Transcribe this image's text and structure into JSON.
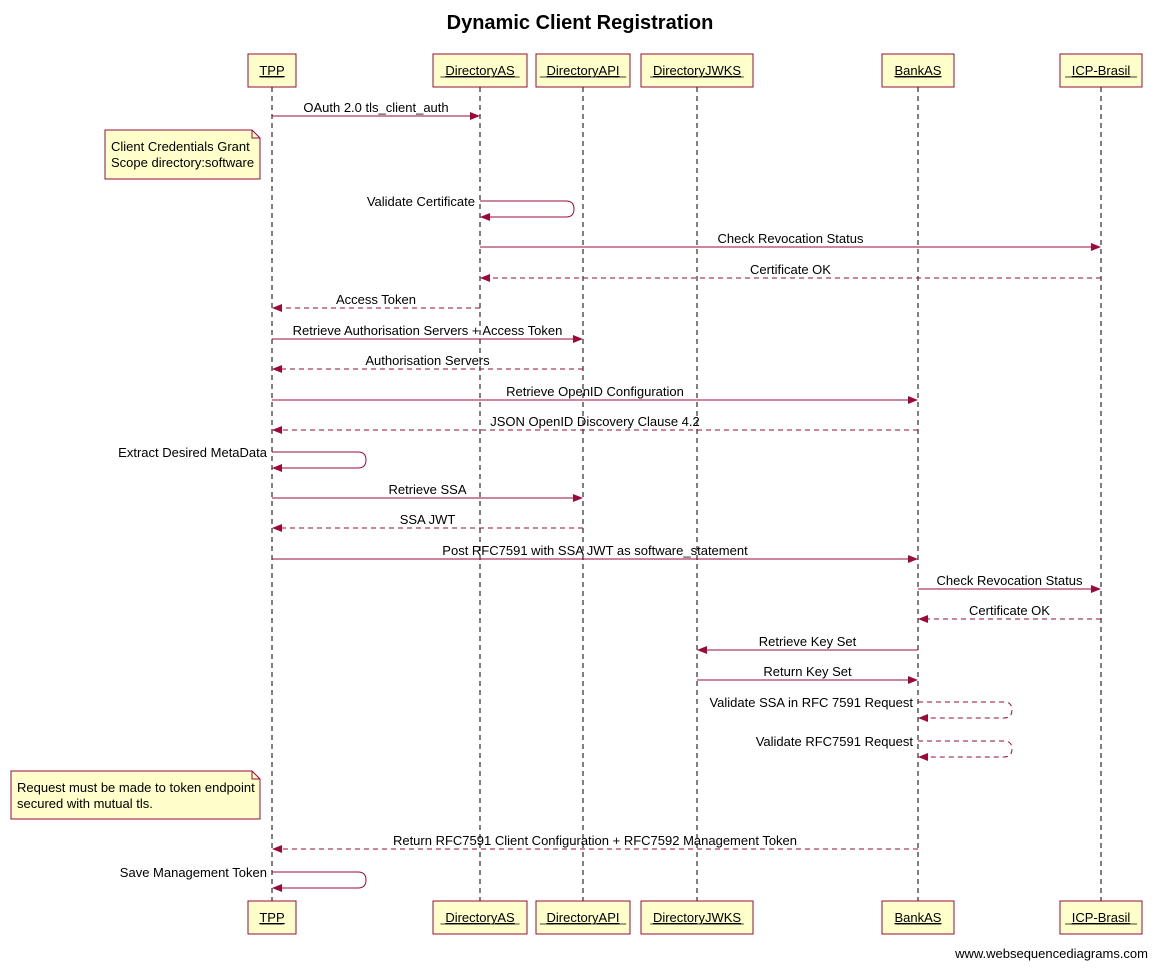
{
  "title": "Dynamic Client Registration",
  "watermark": "www.websequencediagrams.com",
  "colors": {
    "arrow": "#9b0a3b",
    "box_fill": "#ffffcc",
    "box_border": "#9b0a3b",
    "note_border": "#9b0a3b",
    "lifeline": "#000000",
    "text": "#000000"
  },
  "participants": [
    {
      "id": "tpp",
      "label": "TPP"
    },
    {
      "id": "dir_as",
      "label": "DirectoryAS"
    },
    {
      "id": "dir_api",
      "label": "DirectoryAPI"
    },
    {
      "id": "dir_jwks",
      "label": "DirectoryJWKS"
    },
    {
      "id": "bank_as",
      "label": "BankAS"
    },
    {
      "id": "icp",
      "label": "ICP-Brasil"
    }
  ],
  "messages": [
    {
      "from": "tpp",
      "to": "dir_as",
      "label": "OAuth 2.0 tls_client_auth",
      "style": "solid"
    },
    {
      "from": "dir_as",
      "to": "dir_as",
      "label": "Validate Certificate",
      "style": "solid"
    },
    {
      "from": "dir_as",
      "to": "icp",
      "label": "Check Revocation Status",
      "style": "solid"
    },
    {
      "from": "icp",
      "to": "dir_as",
      "label": "Certificate OK",
      "style": "dashed"
    },
    {
      "from": "dir_as",
      "to": "tpp",
      "label": "Access Token",
      "style": "dashed"
    },
    {
      "from": "tpp",
      "to": "dir_api",
      "label": "Retrieve Authorisation Servers + Access Token",
      "style": "solid"
    },
    {
      "from": "dir_api",
      "to": "tpp",
      "label": "Authorisation Servers",
      "style": "dashed"
    },
    {
      "from": "tpp",
      "to": "bank_as",
      "label": "Retrieve OpenID Configuration",
      "style": "solid"
    },
    {
      "from": "bank_as",
      "to": "tpp",
      "label": "JSON OpenID Discovery Clause 4.2",
      "style": "dashed"
    },
    {
      "from": "tpp",
      "to": "tpp",
      "label": "Extract Desired MetaData",
      "style": "solid"
    },
    {
      "from": "tpp",
      "to": "dir_api",
      "label": "Retrieve SSA",
      "style": "solid"
    },
    {
      "from": "dir_api",
      "to": "tpp",
      "label": "SSA JWT",
      "style": "dashed"
    },
    {
      "from": "tpp",
      "to": "bank_as",
      "label": "Post RFC7591 with SSA JWT as software_statement",
      "style": "solid"
    },
    {
      "from": "bank_as",
      "to": "icp",
      "label": "Check Revocation Status",
      "style": "solid"
    },
    {
      "from": "icp",
      "to": "bank_as",
      "label": "Certificate OK",
      "style": "dashed"
    },
    {
      "from": "bank_as",
      "to": "dir_jwks",
      "label": "Retrieve Key Set",
      "style": "solid"
    },
    {
      "from": "dir_jwks",
      "to": "bank_as",
      "label": "Return Key Set",
      "style": "solid"
    },
    {
      "from": "bank_as",
      "to": "bank_as",
      "label": "Validate SSA in RFC 7591 Request",
      "style": "dashed"
    },
    {
      "from": "bank_as",
      "to": "bank_as",
      "label": "Validate RFC7591 Request",
      "style": "dashed"
    },
    {
      "from": "bank_as",
      "to": "tpp",
      "label": "Return RFC7591 Client Configuration +   RFC7592 Management Token",
      "style": "dashed"
    },
    {
      "from": "tpp",
      "to": "tpp",
      "label": "Save Management Token",
      "style": "solid"
    }
  ],
  "notes": [
    {
      "lines": [
        "Client Credentials Grant",
        "Scope directory:software"
      ]
    },
    {
      "lines": [
        "Request must be made to token endpoint",
        "secured with mutual tls."
      ]
    }
  ]
}
